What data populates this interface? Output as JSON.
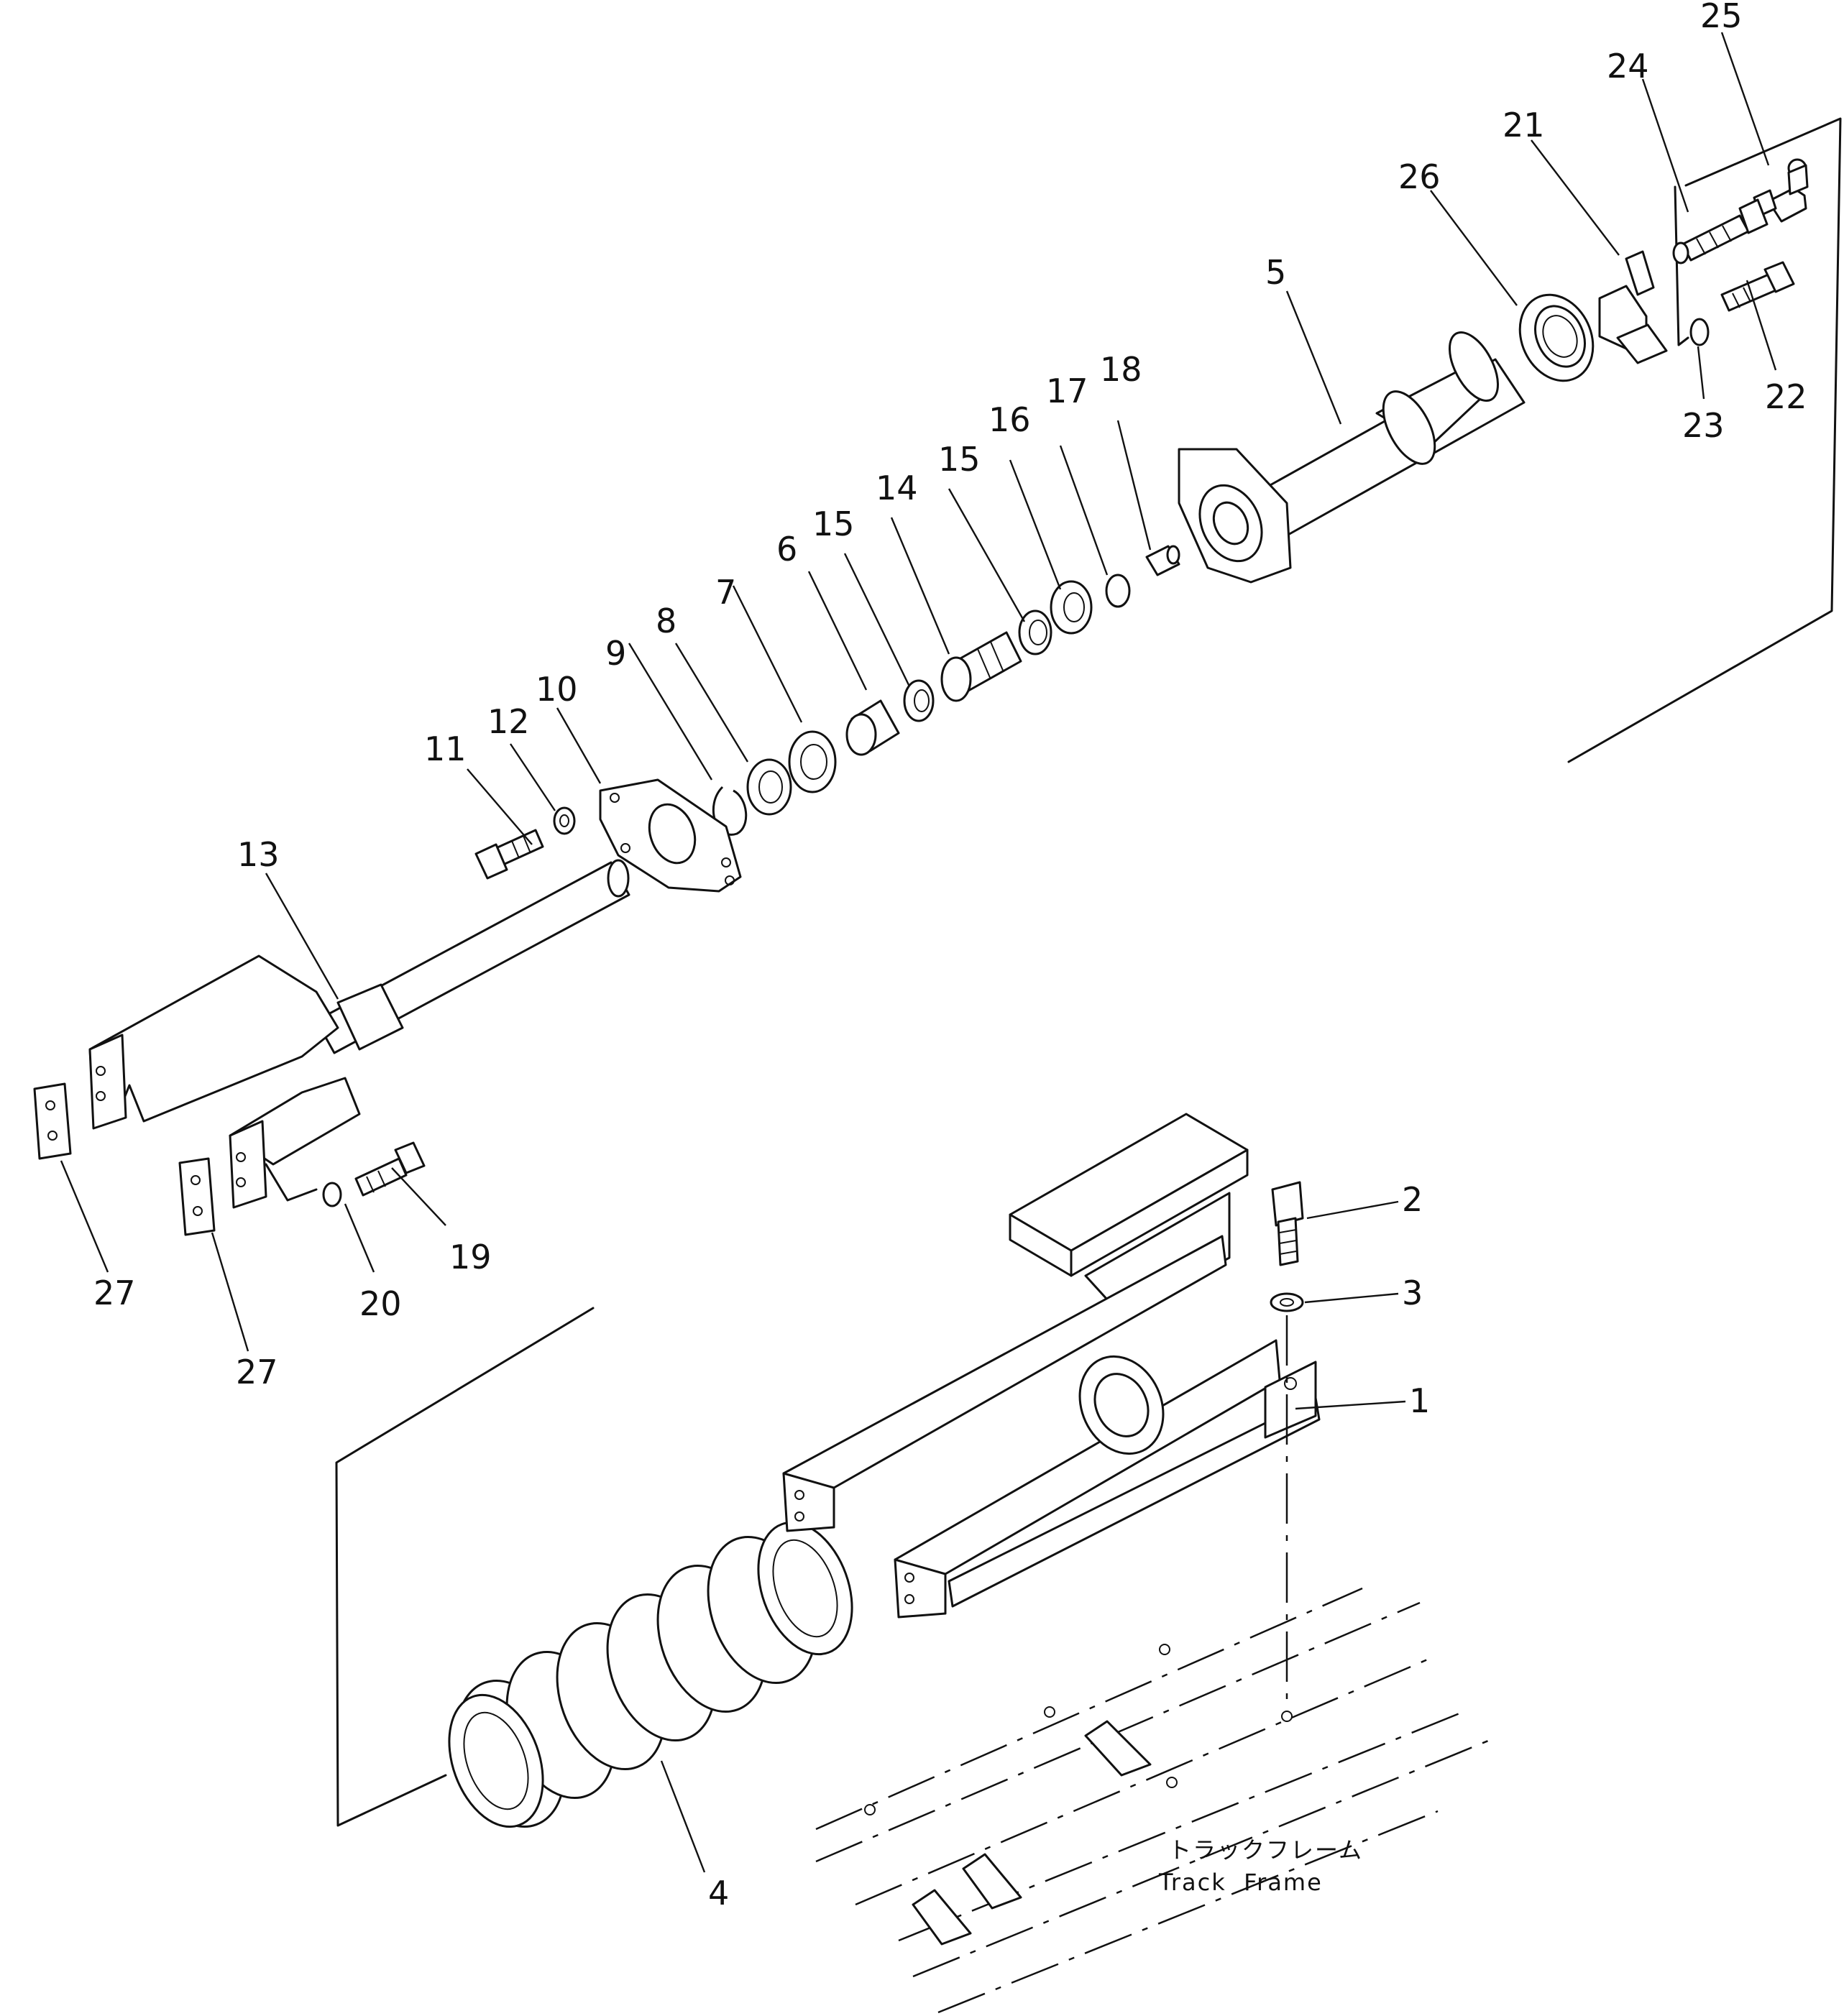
{
  "callouts": [
    {
      "id": "c1",
      "label": "1"
    },
    {
      "id": "c2",
      "label": "2"
    },
    {
      "id": "c3",
      "label": "3"
    },
    {
      "id": "c4",
      "label": "4"
    },
    {
      "id": "c5",
      "label": "5"
    },
    {
      "id": "c6",
      "label": "6"
    },
    {
      "id": "c7",
      "label": "7"
    },
    {
      "id": "c8",
      "label": "8"
    },
    {
      "id": "c9",
      "label": "9"
    },
    {
      "id": "c10",
      "label": "10"
    },
    {
      "id": "c11",
      "label": "11"
    },
    {
      "id": "c12",
      "label": "12"
    },
    {
      "id": "c13",
      "label": "13"
    },
    {
      "id": "c14",
      "label": "14"
    },
    {
      "id": "c15a",
      "label": "15"
    },
    {
      "id": "c15b",
      "label": "15"
    },
    {
      "id": "c16",
      "label": "16"
    },
    {
      "id": "c17",
      "label": "17"
    },
    {
      "id": "c18",
      "label": "18"
    },
    {
      "id": "c19",
      "label": "19"
    },
    {
      "id": "c20",
      "label": "20"
    },
    {
      "id": "c21",
      "label": "21"
    },
    {
      "id": "c22",
      "label": "22"
    },
    {
      "id": "c23",
      "label": "23"
    },
    {
      "id": "c24",
      "label": "24"
    },
    {
      "id": "c25",
      "label": "25"
    },
    {
      "id": "c26",
      "label": "26"
    },
    {
      "id": "c27a",
      "label": "27"
    },
    {
      "id": "c27b",
      "label": "27"
    }
  ],
  "track_frame": {
    "label_ja": "トラックフレーム",
    "label_en": "Track  Frame"
  }
}
